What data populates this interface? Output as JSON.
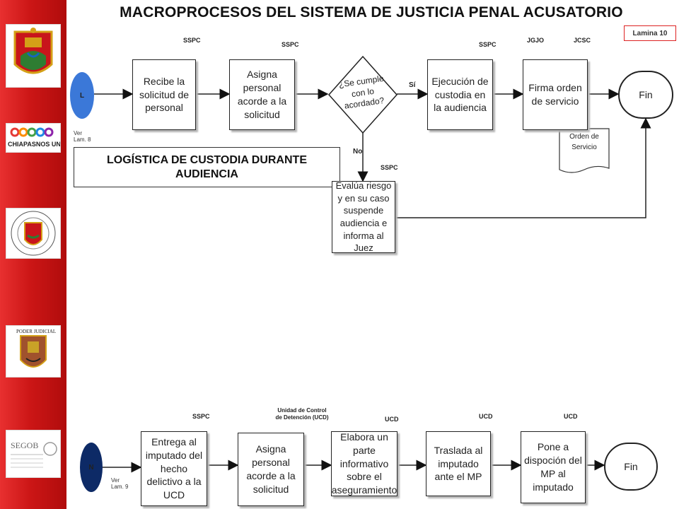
{
  "title": "MACROPROCESOS DEL SISTEMA DE JUSTICIA PENAL ACUSATORIO",
  "lamina": "Lamina 10",
  "sidebar": {
    "logos": [
      "Escudo de Chiapas",
      "CHIAPAS NOS UNE",
      "Congreso del Estado de Chiapas",
      "PODER JUDICIAL",
      "SEGOB"
    ],
    "chiapas_text": "CHIAPASNOS UNE",
    "poder_text": "PODER JUDICIAL",
    "segob_text": "SEGOB"
  },
  "section_top": {
    "connector": "L",
    "ref": "Ver\nLam. 8",
    "subtitle": "LOGÍSTICA DE CUSTODIA DURANTE AUDIENCIA",
    "actors": {
      "a1": "SSPC",
      "a2": "SSPC",
      "a3": "SSPC",
      "a4": "JGJO",
      "a5": "JCSC",
      "a6": "SSPC"
    },
    "steps": {
      "s1": "Recibe la solicitud de personal",
      "s2": "Asigna personal acorde a la solicitud",
      "decision": "¿Se cumple con lo acordado?",
      "s3": "Ejecución de custodia en la audiencia",
      "s4": "Firma orden de servicio",
      "s5": "Evalúa riesgo y en su caso suspende audiencia e informa al Juez"
    },
    "yes": "Sí",
    "no": "No",
    "document": "Orden de Servicio",
    "end": "Fin"
  },
  "section_bottom": {
    "connector": "N",
    "ref": "Ver\nLam. 9",
    "actors": {
      "b1": "SSPC",
      "b2": "Unidad de Control de Detención (UCD)",
      "b3": "UCD",
      "b4": "UCD",
      "b5": "UCD"
    },
    "steps": {
      "b1": "Entrega al imputado del hecho delictivo a la UCD",
      "b2": "Asigna personal acorde a la solicitud",
      "b3": "Elabora un parte informativo sobre el aseguramiento",
      "b4": "Traslada al imputado ante el MP",
      "b5": "Pone a dispoción del MP al imputado"
    },
    "end": "Fin"
  },
  "colors": {
    "sidebar": "#cc1616",
    "connector_top": "#3b78d8",
    "connector_bottom": "#0d2a66"
  }
}
